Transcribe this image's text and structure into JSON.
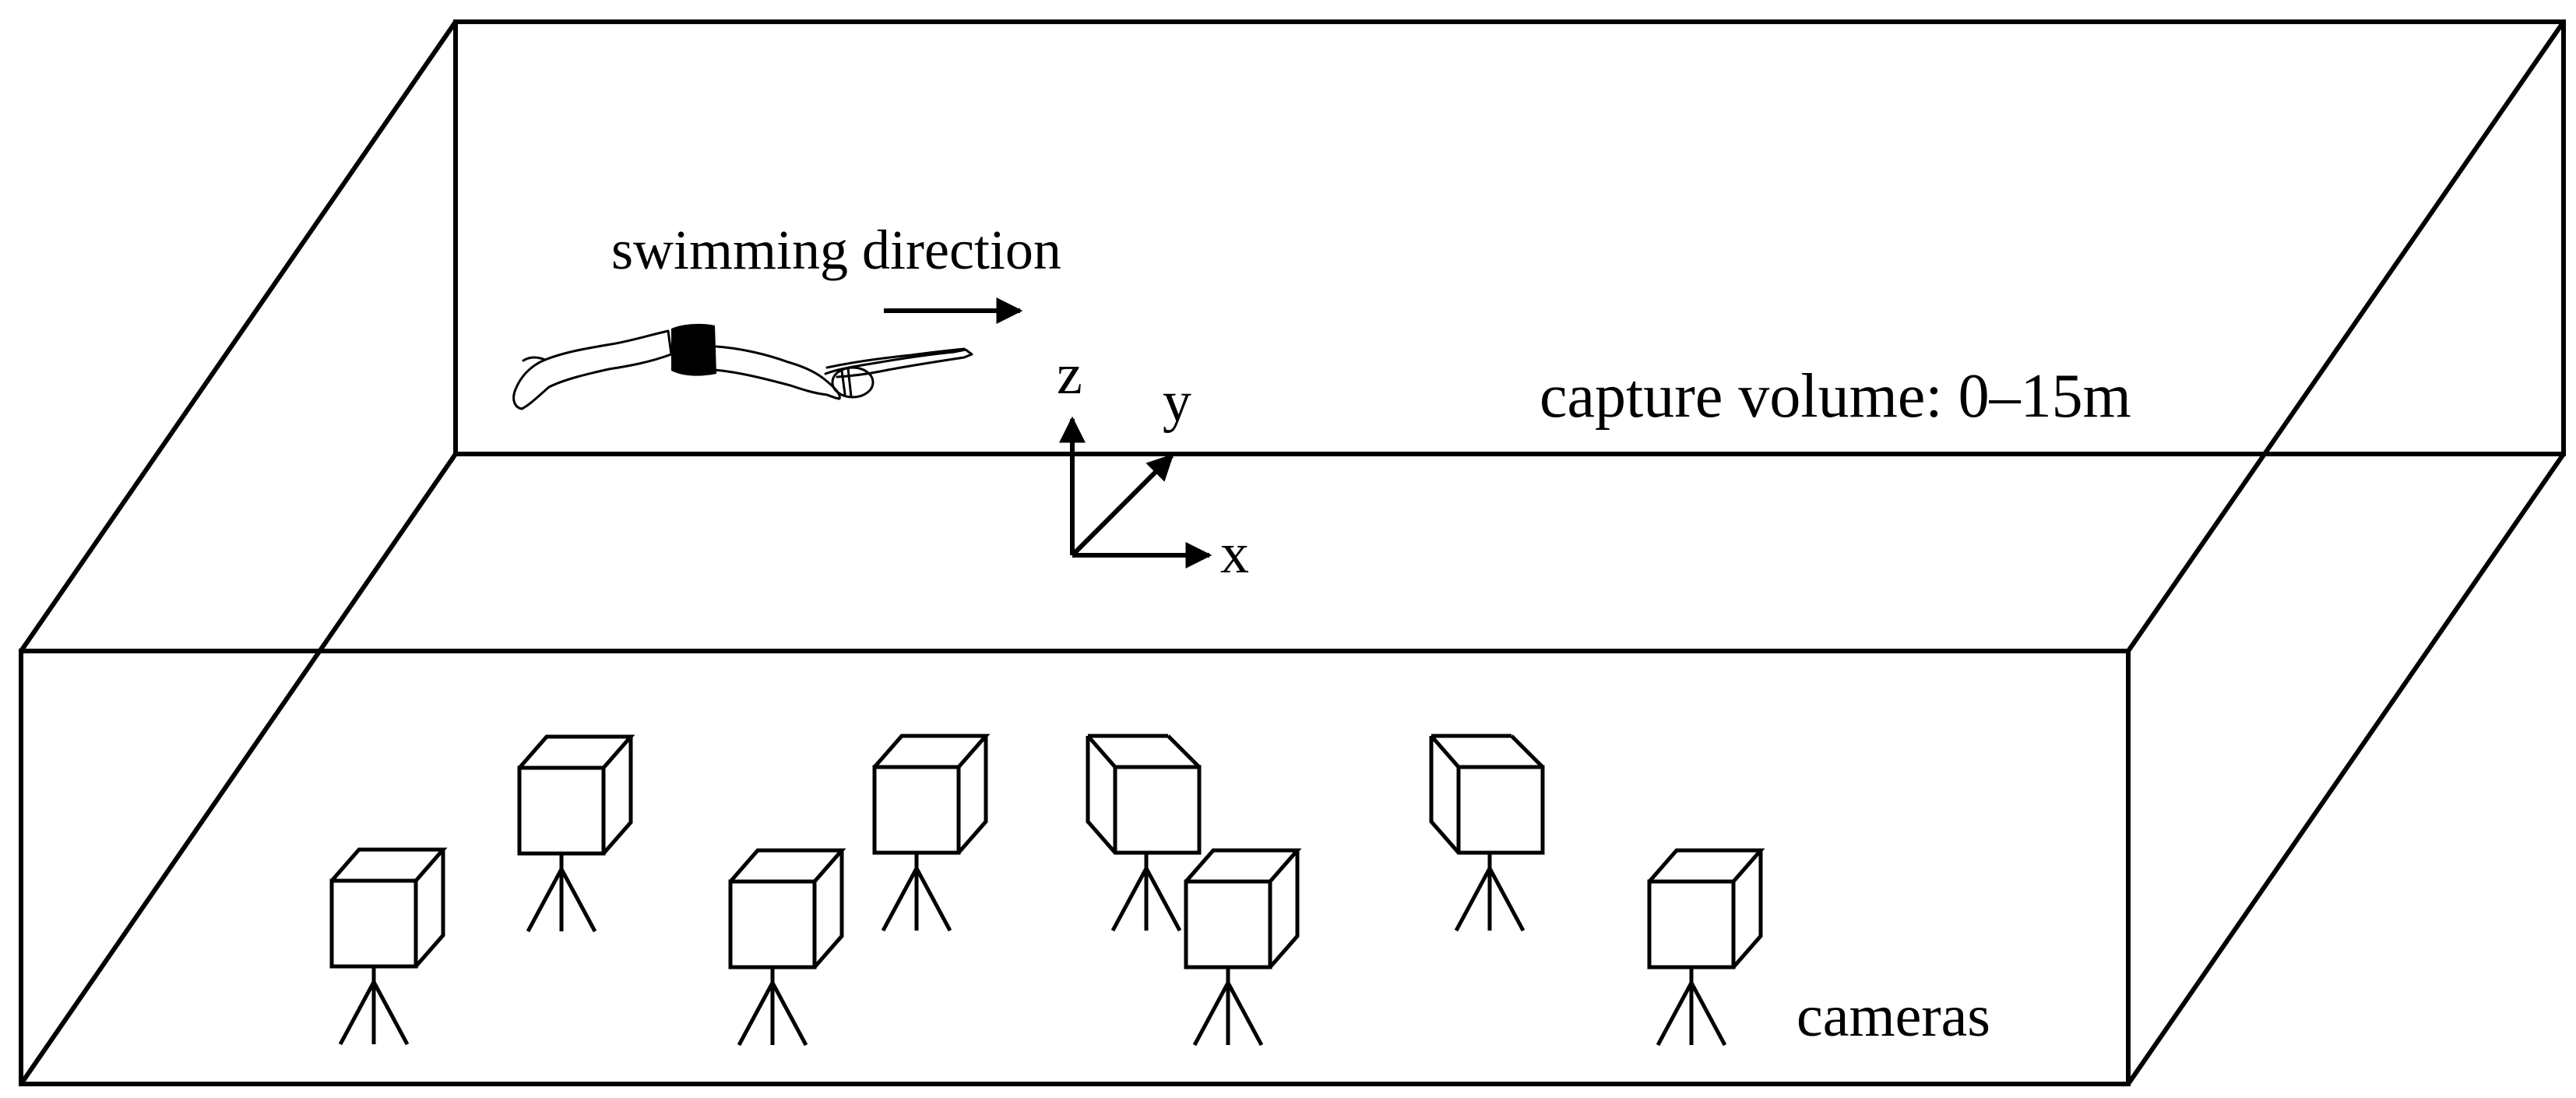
{
  "labels": {
    "swimming_direction": "swimming direction",
    "capture_volume": "capture volume: 0–15m",
    "cameras": "cameras"
  },
  "axes": {
    "x": "x",
    "y": "y",
    "z": "z"
  },
  "icons": {
    "swimmer": "swimmer-icon",
    "camera": "tripod-camera-icon"
  },
  "colors": {
    "stroke": "#000000",
    "background": "#ffffff",
    "swimsuit": "#000000"
  }
}
